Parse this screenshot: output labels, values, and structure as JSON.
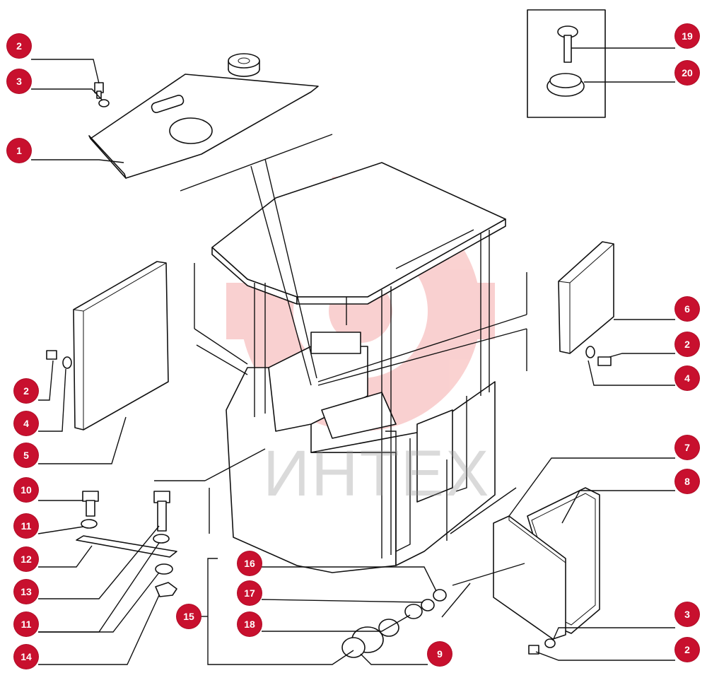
{
  "watermark": {
    "text": "ИНТЕХ",
    "color": "#e8302e"
  },
  "callout_color": "#c8102e",
  "callouts": [
    {
      "id": "c-2a",
      "label": "2"
    },
    {
      "id": "c-3a",
      "label": "3"
    },
    {
      "id": "c-1",
      "label": "1"
    },
    {
      "id": "c-19",
      "label": "19"
    },
    {
      "id": "c-20",
      "label": "20"
    },
    {
      "id": "c-6",
      "label": "6"
    },
    {
      "id": "c-2b",
      "label": "2"
    },
    {
      "id": "c-4b",
      "label": "4"
    },
    {
      "id": "c-2c",
      "label": "2"
    },
    {
      "id": "c-4c",
      "label": "4"
    },
    {
      "id": "c-5",
      "label": "5"
    },
    {
      "id": "c-7",
      "label": "7"
    },
    {
      "id": "c-8",
      "label": "8"
    },
    {
      "id": "c-10",
      "label": "10"
    },
    {
      "id": "c-11a",
      "label": "11"
    },
    {
      "id": "c-12",
      "label": "12"
    },
    {
      "id": "c-13",
      "label": "13"
    },
    {
      "id": "c-11b",
      "label": "11"
    },
    {
      "id": "c-14",
      "label": "14"
    },
    {
      "id": "c-15",
      "label": "15"
    },
    {
      "id": "c-16",
      "label": "16"
    },
    {
      "id": "c-17",
      "label": "17"
    },
    {
      "id": "c-18",
      "label": "18"
    },
    {
      "id": "c-9",
      "label": "9"
    },
    {
      "id": "c-3d",
      "label": "3"
    },
    {
      "id": "c-2d",
      "label": "2"
    }
  ]
}
